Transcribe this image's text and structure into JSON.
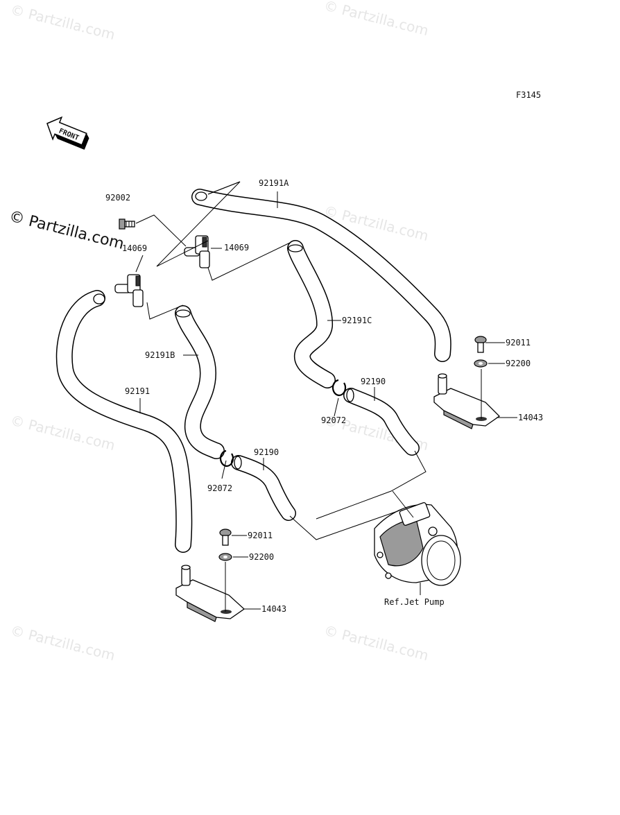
{
  "figure_code": "F3145",
  "front_label": "FRONT",
  "ref_label": "Ref.Jet Pump",
  "watermark": "© Partzilla.com",
  "parts": {
    "p92002": "92002",
    "p14069_top": "14069",
    "p14069_left": "14069",
    "p92191A": "92191A",
    "p92191B": "92191B",
    "p92191C": "92191C",
    "p92191": "92191",
    "p92072_left": "92072",
    "p92072_right": "92072",
    "p92190_left": "92190",
    "p92190_right": "92190",
    "p92011_right": "92011",
    "p92200_right": "92200",
    "p14043_right": "14043",
    "p92011_left": "92011",
    "p92200_left": "92200",
    "p14043_left": "14043"
  }
}
